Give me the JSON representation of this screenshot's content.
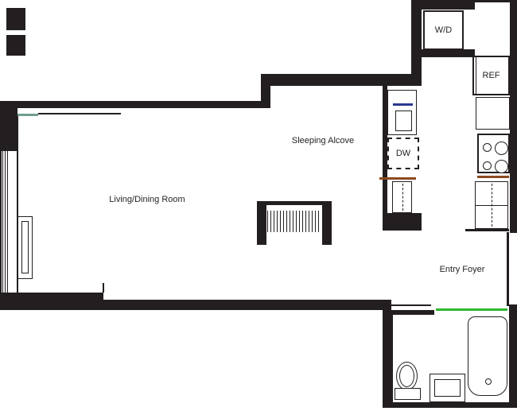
{
  "floor_plan": {
    "rooms": {
      "living_dining": "Living/Dining Room",
      "sleeping_alcove": "Sleeping Alcove",
      "entry_foyer": "Entry Foyer"
    },
    "appliances": {
      "washer_dryer": "W/D",
      "refrigerator": "REF",
      "dishwasher": "DW"
    },
    "colors": {
      "wall": "#231f20",
      "background": "#ffffff",
      "door_marker_green": "#2eb82e",
      "window_sill_teal": "#6f9e8c",
      "faucet_blue": "#2b3990",
      "counter_edge_orange": "#8a4a1f"
    }
  }
}
